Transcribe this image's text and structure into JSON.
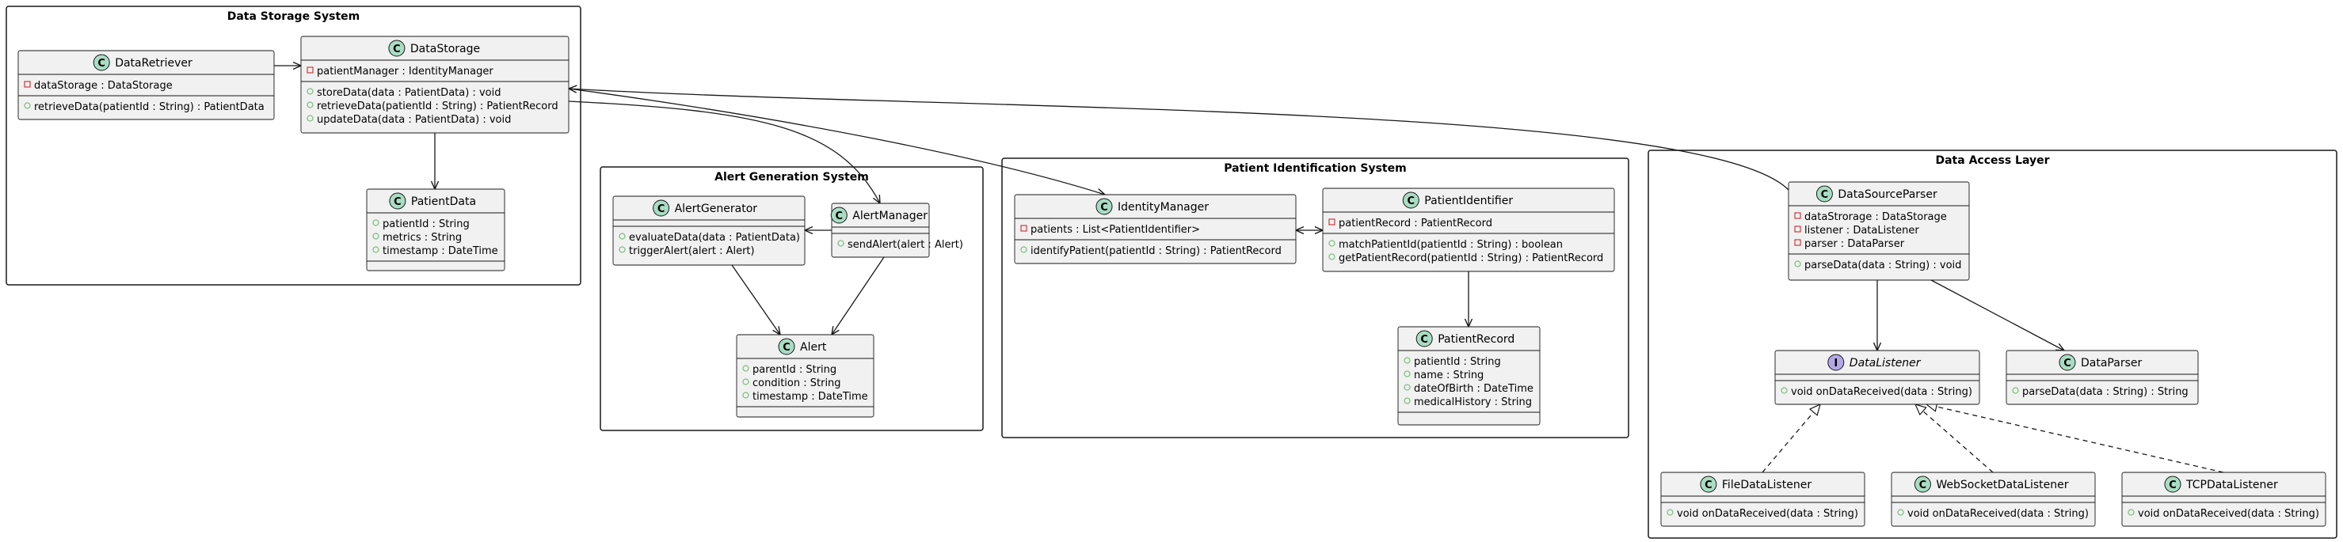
{
  "packages": [
    {
      "id": "data-storage-system",
      "title": "Data Storage System"
    },
    {
      "id": "alert-generation-system",
      "title": "Alert Generation System"
    },
    {
      "id": "patient-identification-system",
      "title": "Patient Identification System"
    },
    {
      "id": "data-access-layer",
      "title": "Data Access Layer"
    }
  ],
  "classes": [
    {
      "id": "data-retriever",
      "name": "DataRetriever",
      "stereotype": "C",
      "color": "#a9dcc4",
      "fields": [
        {
          "vis": "private",
          "text": "dataStorage : DataStorage"
        }
      ],
      "methods": [
        {
          "vis": "public",
          "text": "retrieveData(patientId : String) : PatientData"
        }
      ]
    },
    {
      "id": "data-storage",
      "name": "DataStorage",
      "stereotype": "C",
      "color": "#a9dcc4",
      "fields": [
        {
          "vis": "private",
          "text": "patientManager : IdentityManager"
        }
      ],
      "methods": [
        {
          "vis": "public",
          "text": "storeData(data : PatientData) : void"
        },
        {
          "vis": "public",
          "text": "retrieveData(patientId : String) : PatientRecord"
        },
        {
          "vis": "public",
          "text": "updateData(data : PatientData) : void"
        }
      ]
    },
    {
      "id": "patient-data",
      "name": "PatientData",
      "stereotype": "C",
      "color": "#a9dcc4",
      "fields": [
        {
          "vis": "public",
          "text": "patientId : String"
        },
        {
          "vis": "public",
          "text": "metrics : String"
        },
        {
          "vis": "public",
          "text": "timestamp : DateTime"
        }
      ],
      "methods": []
    },
    {
      "id": "alert-generator",
      "name": "AlertGenerator",
      "stereotype": "C",
      "color": "#a9dcc4",
      "fields": [],
      "methods": [
        {
          "vis": "public",
          "text": "evaluateData(data : PatientData)"
        },
        {
          "vis": "public",
          "text": "triggerAlert(alert : Alert)"
        }
      ]
    },
    {
      "id": "alert-manager",
      "name": "AlertManager",
      "stereotype": "C",
      "color": "#a9dcc4",
      "fields": [],
      "methods": [
        {
          "vis": "public",
          "text": "sendAlert(alert : Alert)"
        }
      ]
    },
    {
      "id": "alert",
      "name": "Alert",
      "stereotype": "C",
      "color": "#a9dcc4",
      "fields": [
        {
          "vis": "public",
          "text": "parentId : String"
        },
        {
          "vis": "public",
          "text": "condition : String"
        },
        {
          "vis": "public",
          "text": "timestamp : DateTime"
        }
      ],
      "methods": []
    },
    {
      "id": "identity-manager",
      "name": "IdentityManager",
      "stereotype": "C",
      "color": "#a9dcc4",
      "fields": [
        {
          "vis": "private",
          "text": "patients : List<PatientIdentifier>"
        }
      ],
      "methods": [
        {
          "vis": "public",
          "text": "identifyPatient(patientId : String) : PatientRecord"
        }
      ]
    },
    {
      "id": "patient-identifier",
      "name": "PatientIdentifier",
      "stereotype": "C",
      "color": "#a9dcc4",
      "fields": [
        {
          "vis": "private",
          "text": "patientRecord : PatientRecord"
        }
      ],
      "methods": [
        {
          "vis": "public",
          "text": "matchPatientId(patientId : String) : boolean"
        },
        {
          "vis": "public",
          "text": "getPatientRecord(patientId : String) : PatientRecord"
        }
      ]
    },
    {
      "id": "patient-record",
      "name": "PatientRecord",
      "stereotype": "C",
      "color": "#a9dcc4",
      "fields": [
        {
          "vis": "public",
          "text": "patientId : String"
        },
        {
          "vis": "public",
          "text": "name : String"
        },
        {
          "vis": "public",
          "text": "dateOfBirth : DateTime"
        },
        {
          "vis": "public",
          "text": "medicalHistory : String"
        }
      ],
      "methods": []
    },
    {
      "id": "data-source-parser",
      "name": "DataSourceParser",
      "stereotype": "C",
      "color": "#a9dcc4",
      "fields": [
        {
          "vis": "private",
          "text": "dataStrorage : DataStorage"
        },
        {
          "vis": "private",
          "text": "listener : DataListener"
        },
        {
          "vis": "private",
          "text": "parser : DataParser"
        }
      ],
      "methods": [
        {
          "vis": "public",
          "text": "parseData(data : String) : void"
        }
      ]
    },
    {
      "id": "data-listener",
      "name": "DataListener",
      "stereotype": "I",
      "color": "#b4a7e5",
      "fields": [],
      "methods": [
        {
          "vis": "public",
          "text": "void onDataReceived(data : String)"
        }
      ]
    },
    {
      "id": "data-parser",
      "name": "DataParser",
      "stereotype": "C",
      "color": "#a9dcc4",
      "fields": [],
      "methods": [
        {
          "vis": "public",
          "text": "parseData(data : String) : String"
        }
      ]
    },
    {
      "id": "file-data-listener",
      "name": "FileDataListener",
      "stereotype": "C",
      "color": "#a9dcc4",
      "fields": [],
      "methods": [
        {
          "vis": "public",
          "text": "void onDataReceived(data : String)"
        }
      ]
    },
    {
      "id": "websocket-data-listener",
      "name": "WebSocketDataListener",
      "stereotype": "C",
      "color": "#a9dcc4",
      "fields": [],
      "methods": [
        {
          "vis": "public",
          "text": "void onDataReceived(data : String)"
        }
      ]
    },
    {
      "id": "tcp-data-listener",
      "name": "TCPDataListener",
      "stereotype": "C",
      "color": "#a9dcc4",
      "fields": [],
      "methods": [
        {
          "vis": "public",
          "text": "void onDataReceived(data : String)"
        }
      ]
    }
  ],
  "relations": [
    {
      "from": "data-retriever",
      "to": "data-storage",
      "kind": "association"
    },
    {
      "from": "data-storage",
      "to": "patient-data",
      "kind": "association"
    },
    {
      "from": "data-storage",
      "to": "alert-manager",
      "kind": "association"
    },
    {
      "from": "data-storage",
      "to": "identity-manager",
      "kind": "association"
    },
    {
      "from": "data-source-parser",
      "to": "data-storage",
      "kind": "association"
    },
    {
      "from": "alert-manager",
      "to": "alert-generator",
      "kind": "association"
    },
    {
      "from": "alert-generator",
      "to": "alert",
      "kind": "association"
    },
    {
      "from": "alert-manager",
      "to": "alert",
      "kind": "association"
    },
    {
      "from": "identity-manager",
      "to": "patient-identifier",
      "kind": "bidirectional"
    },
    {
      "from": "patient-identifier",
      "to": "patient-record",
      "kind": "association"
    },
    {
      "from": "data-source-parser",
      "to": "data-listener",
      "kind": "association"
    },
    {
      "from": "data-source-parser",
      "to": "data-parser",
      "kind": "association"
    },
    {
      "from": "file-data-listener",
      "to": "data-listener",
      "kind": "realization"
    },
    {
      "from": "websocket-data-listener",
      "to": "data-listener",
      "kind": "realization"
    },
    {
      "from": "tcp-data-listener",
      "to": "data-listener",
      "kind": "realization"
    }
  ],
  "colors": {
    "class_fill": "#f1f1f1",
    "border": "#181818",
    "private_marker": "#c82930",
    "public_marker": "#84be84"
  }
}
